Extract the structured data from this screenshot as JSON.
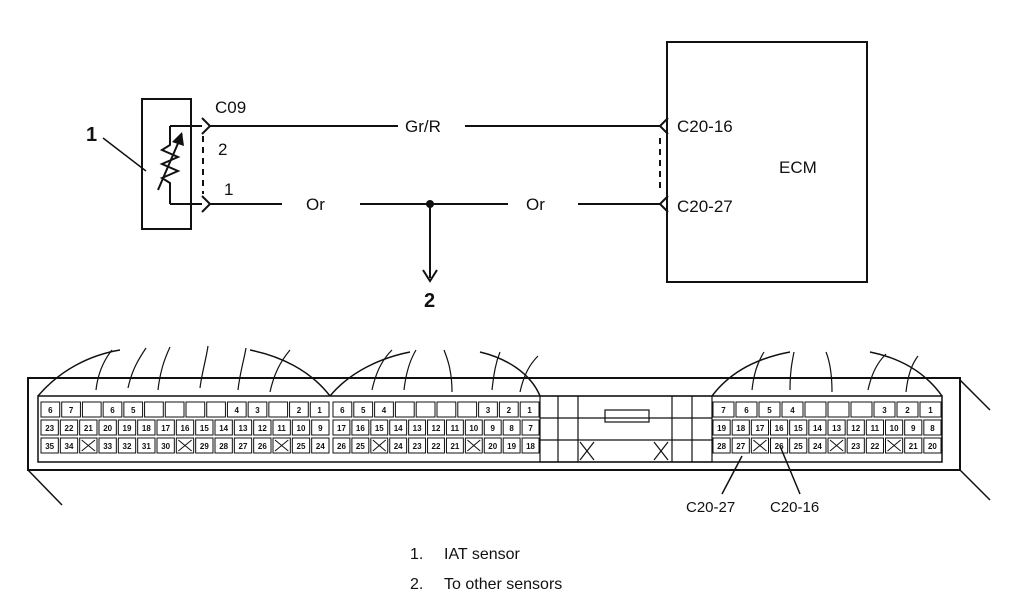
{
  "callouts": {
    "sensor_number": "1",
    "other_number": "2"
  },
  "sensor_connector": {
    "name": "C09",
    "pin_top": "2",
    "pin_bottom": "1"
  },
  "wires": {
    "signal": "Gr/R",
    "ground_left": "Or",
    "ground_right": "Or"
  },
  "ecm": {
    "label": "ECM",
    "pin_signal": "C20-16",
    "pin_ground": "C20-27"
  },
  "connector_view": {
    "pin_callout_ground": "C20-27",
    "pin_callout_signal": "C20-16",
    "left_block": {
      "row1": [
        "6",
        "7",
        "",
        "6",
        "5",
        "",
        "",
        "",
        "",
        "4",
        "3",
        "",
        "2",
        "1"
      ],
      "row2": [
        "23",
        "22",
        "21",
        "20",
        "19",
        "18",
        "17",
        "16",
        "15",
        "14",
        "13",
        "12",
        "11",
        "10",
        "9"
      ],
      "row3": [
        "35",
        "34",
        "",
        "33",
        "32",
        "31",
        "30",
        "",
        "29",
        "28",
        "27",
        "26",
        "",
        "25",
        "24"
      ]
    },
    "mid_block": {
      "row1": [
        "6",
        "5",
        "4",
        "",
        "",
        "",
        "",
        "3",
        "2",
        "1"
      ],
      "row2": [
        "17",
        "16",
        "15",
        "14",
        "13",
        "12",
        "11",
        "10",
        "9",
        "8",
        "7"
      ],
      "row3": [
        "26",
        "25",
        "",
        "24",
        "23",
        "22",
        "21",
        "",
        "20",
        "19",
        "18"
      ]
    },
    "right_block": {
      "row1": [
        "7",
        "6",
        "5",
        "4",
        "",
        "",
        "",
        "3",
        "2",
        "1"
      ],
      "row2": [
        "19",
        "18",
        "17",
        "16",
        "15",
        "14",
        "13",
        "12",
        "11",
        "10",
        "9",
        "8"
      ],
      "row3": [
        "28",
        "27",
        "",
        "26",
        "25",
        "24",
        "",
        "23",
        "22",
        "",
        "21",
        "20"
      ]
    }
  },
  "legend": [
    {
      "num": "1.",
      "text": "IAT sensor"
    },
    {
      "num": "2.",
      "text": "To other sensors"
    }
  ]
}
